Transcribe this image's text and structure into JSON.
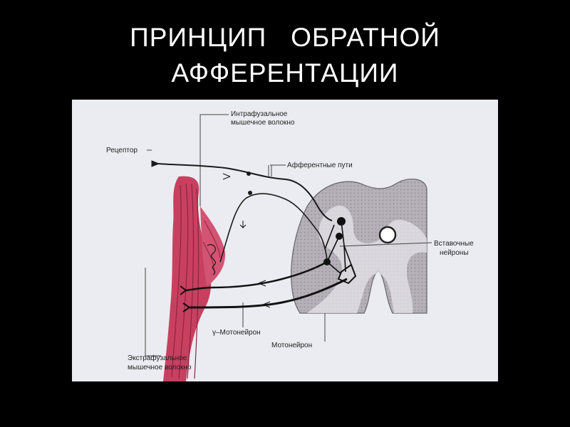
{
  "slide": {
    "title_line1": "ПРИНЦИП   ОБРАТНОЙ",
    "title_line2": "АФФЕРЕНТАЦИИ"
  },
  "diagram": {
    "labels": {
      "intrafusal_1": "Интрафузальное",
      "intrafusal_2": "мышечное волокно",
      "receptor": "Рецептор",
      "afferent": "Афферентные пути",
      "interneurons_1": "Вставочные",
      "interneurons_2": "нейроны",
      "gamma_motoneuron": "γ–Мотонейрон",
      "motoneuron": "Мотонейрон",
      "extrafusal_1": "Экстрафузальное",
      "extrafusal_2": "мышечное волокно"
    },
    "colors": {
      "background": "#000000",
      "title": "#ffffff",
      "figure_bg": "#ebecf1",
      "muscle": "#c84060",
      "spinal_cord": "#a8a0a8"
    }
  }
}
